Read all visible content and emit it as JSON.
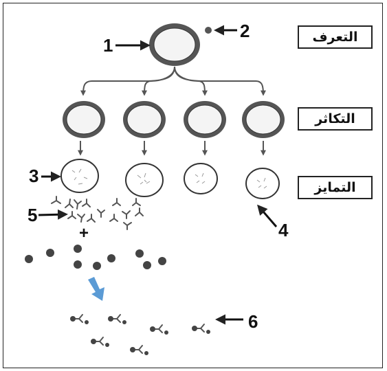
{
  "stages": {
    "recognition": "التعرف",
    "proliferation": "التكاثر",
    "differentiation": "التمايز"
  },
  "markers": {
    "m1": "1",
    "m2": "2",
    "m3": "3",
    "m4": "4",
    "m5": "5",
    "m6": "6"
  },
  "plus_sign": "+",
  "colors": {
    "outline": "#222222",
    "cell_ring": "#555555",
    "cell_fill": "#f4f4f4",
    "antigen": "#444444",
    "blue_arrow": "#5b9bd5"
  }
}
